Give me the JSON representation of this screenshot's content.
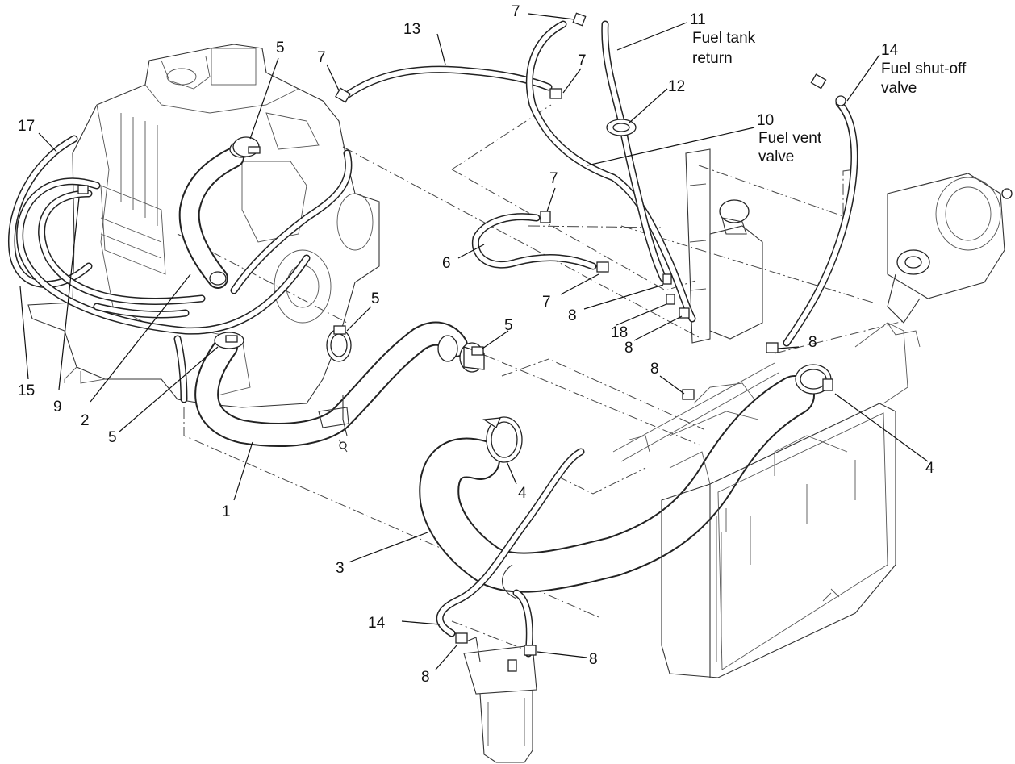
{
  "callouts": {
    "c1": "1",
    "c2": "2",
    "c3": "3",
    "c4a": "4",
    "c4b": "4",
    "c5a": "5",
    "c5b": "5",
    "c5c": "5",
    "c5d": "5",
    "c6": "6",
    "c7a": "7",
    "c7b": "7",
    "c7c": "7",
    "c7d": "7",
    "c7e": "7",
    "c8a": "8",
    "c8b": "8",
    "c8c": "8",
    "c8d": "8",
    "c8e": "8",
    "c8f": "8",
    "c9": "9",
    "c10": "10",
    "c11": "11",
    "c12": "12",
    "c13": "13",
    "c14a": "14",
    "c14b": "14",
    "c15": "15",
    "c17": "17",
    "c18": "18"
  },
  "notes": {
    "fuel_tank_return_1": "Fuel tank",
    "fuel_tank_return_2": "return",
    "fuel_vent_valve_1": "Fuel vent",
    "fuel_vent_valve_2": "valve",
    "fuel_shutoff_1": "Fuel shut-off",
    "fuel_shutoff_2": "valve"
  }
}
